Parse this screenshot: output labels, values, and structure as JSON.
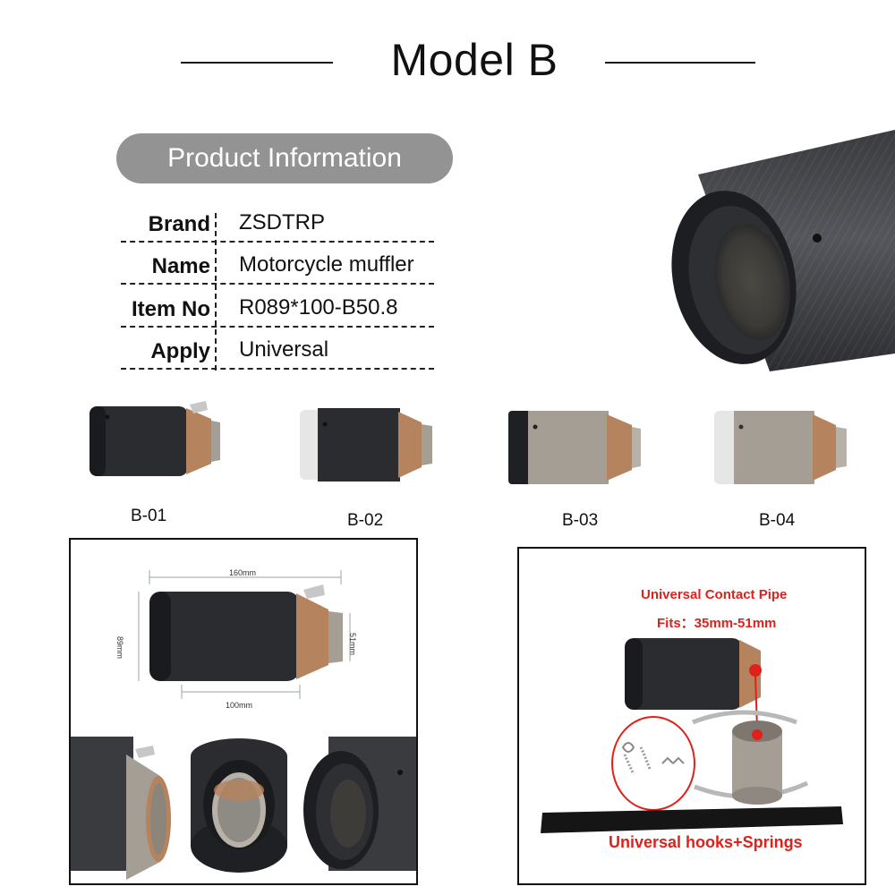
{
  "header": {
    "title": "Model B"
  },
  "info_pill": {
    "label": "Product Information"
  },
  "specs": [
    {
      "label": "Brand",
      "value": "ZSDTRP"
    },
    {
      "label": "Name",
      "value": "Motorcycle muffler"
    },
    {
      "label": "Item No",
      "value": "R089*100-B50.8"
    },
    {
      "label": "Apply",
      "value": "Universal"
    }
  ],
  "variants": [
    {
      "code": "B-01"
    },
    {
      "code": "B-02"
    },
    {
      "code": "B-03"
    },
    {
      "code": "B-04"
    }
  ],
  "dimensions": {
    "length": "160mm",
    "body_length": "100mm",
    "outer_diameter": "89mm",
    "inlet_diameter": "51mm"
  },
  "contact_pipe": {
    "title": "Universal Contact Pipe",
    "fits": "Fits：35mm-51mm",
    "accessories": "Universal hooks+Springs"
  },
  "colors": {
    "carbon": "#2b2c30",
    "titanium": "#a59e95",
    "bronze": "#b5835e",
    "silver": "#e6e6e6",
    "pill": "#939393",
    "accent_red": "#e0211b"
  }
}
